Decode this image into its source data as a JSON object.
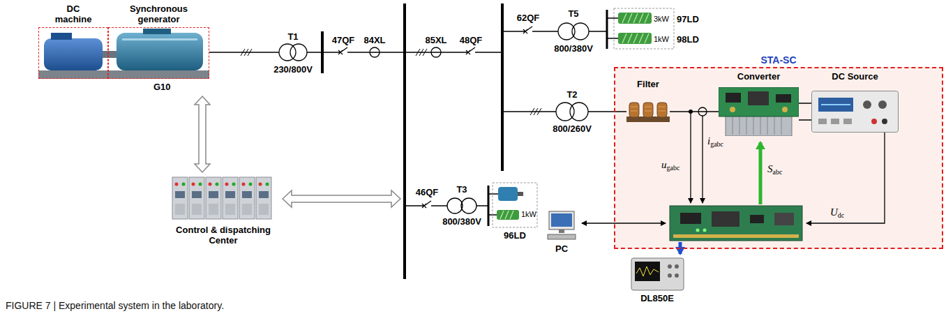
{
  "diagram": {
    "caption": "FIGURE 7 | Experimental system in the laboratory.",
    "nodes": [
      {
        "text": [
          "G10"
        ]
      },
      {
        "text": [
          "DC machine"
        ],
        "in": 0
      },
      {
        "text": [
          "Synchronous generator"
        ],
        "in": 0
      },
      {
        "text": [
          "Control & dispatching Center"
        ]
      },
      {
        "text": [
          "STA-SC"
        ]
      },
      {
        "text": [
          "Filter"
        ],
        "in": 4
      },
      {
        "text": [
          "Converter"
        ],
        "in": 4
      },
      {
        "text": [
          "DC Source"
        ],
        "in": 4
      }
    ],
    "edges": [
      {
        "from": 0,
        "to": 3,
        "arrow": "both"
      },
      {
        "from": 5,
        "to": 6,
        "arrow": "none"
      },
      {
        "from": 6,
        "to": 7,
        "arrow": "none"
      }
    ],
    "labels": [
      "T1",
      "230/800V",
      "47QF",
      "84XL",
      "85XL",
      "48QF",
      "62QF",
      "T5",
      "800/380V",
      "3kW",
      "97LD",
      "1kW",
      "98LD",
      "T2",
      "800/260V",
      "i",
      "gabc",
      "u",
      "gabc",
      "S",
      "abc",
      "U",
      "dc",
      "PC",
      "DL850E",
      "46QF",
      "T3",
      "800/380V",
      "1kW",
      "96LD"
    ]
  }
}
